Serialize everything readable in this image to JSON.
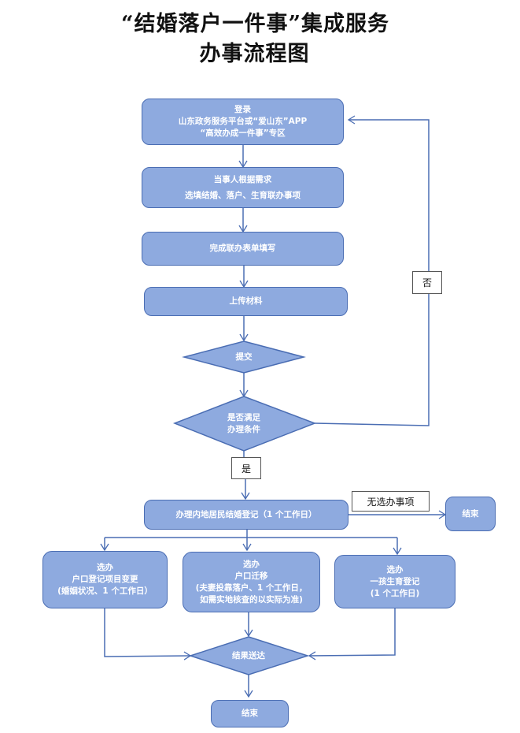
{
  "title": {
    "line1": "“结婚落户一件事”集成服务",
    "line2": "办事流程图"
  },
  "colors": {
    "node_fill": "#8eaadf",
    "node_border": "#4a6db3",
    "connector": "#4a6db3",
    "node_text": "#ffffff"
  },
  "nodes": {
    "login": {
      "lines": [
        "登录",
        "山东政务服务平台或“爱山东”APP",
        "“高效办成一件事”专区"
      ]
    },
    "select": {
      "lines": [
        "当事人根据需求",
        "选填结婚、落户、生育联办事项"
      ]
    },
    "fill_form": {
      "lines": [
        "完成联办表单填写"
      ]
    },
    "upload": {
      "lines": [
        "上传材料"
      ]
    },
    "submit": {
      "lines": [
        "提交"
      ]
    },
    "check": {
      "lines": [
        "是否满足",
        "办理条件"
      ]
    },
    "marriage": {
      "lines": [
        "办理内地居民结婚登记（1 个工作日）"
      ]
    },
    "end_right": {
      "lines": [
        "结束"
      ]
    },
    "hukou_change": {
      "lines": [
        "选办",
        "户口登记项目变更",
        "(婚姻状况、1 个工作日）"
      ]
    },
    "hukou_move": {
      "lines": [
        "选办",
        "户口迁移",
        "(夫妻投靠落户、1 个工作日，",
        "如需实地核查的以实际为准)"
      ]
    },
    "birth": {
      "lines": [
        "选办",
        "一孩生育登记",
        "(1 个工作日)"
      ]
    },
    "deliver": {
      "lines": [
        "结果送达"
      ]
    },
    "end_bottom": {
      "lines": [
        "结束"
      ]
    }
  },
  "edge_labels": {
    "no": "否",
    "yes": "是",
    "no_items": "无选办事项"
  }
}
